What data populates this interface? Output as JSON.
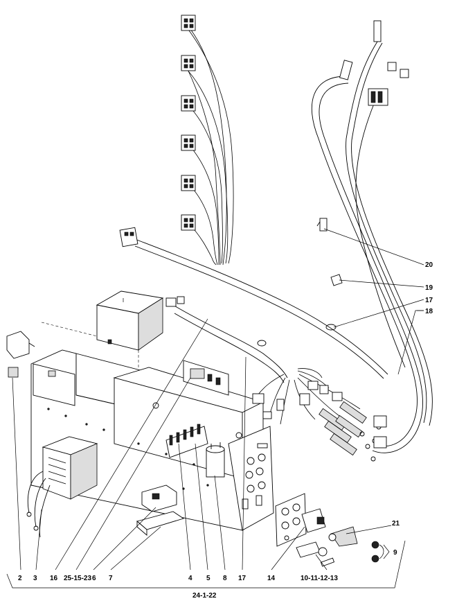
{
  "labels": {
    "l2": "2",
    "l3": "3",
    "l16": "16",
    "l25_15_23": "25-15-23",
    "l6": "6",
    "l7": "7",
    "l4": "4",
    "l5": "5",
    "l8": "8",
    "l17_bottom": "17",
    "l14": "14",
    "l10_11_12_13": "10-11-12-13",
    "l9": "9",
    "l21": "21",
    "l20": "20",
    "l19": "19",
    "l17_right": "17",
    "l18": "18",
    "l24_1_22": "24-1-22"
  }
}
